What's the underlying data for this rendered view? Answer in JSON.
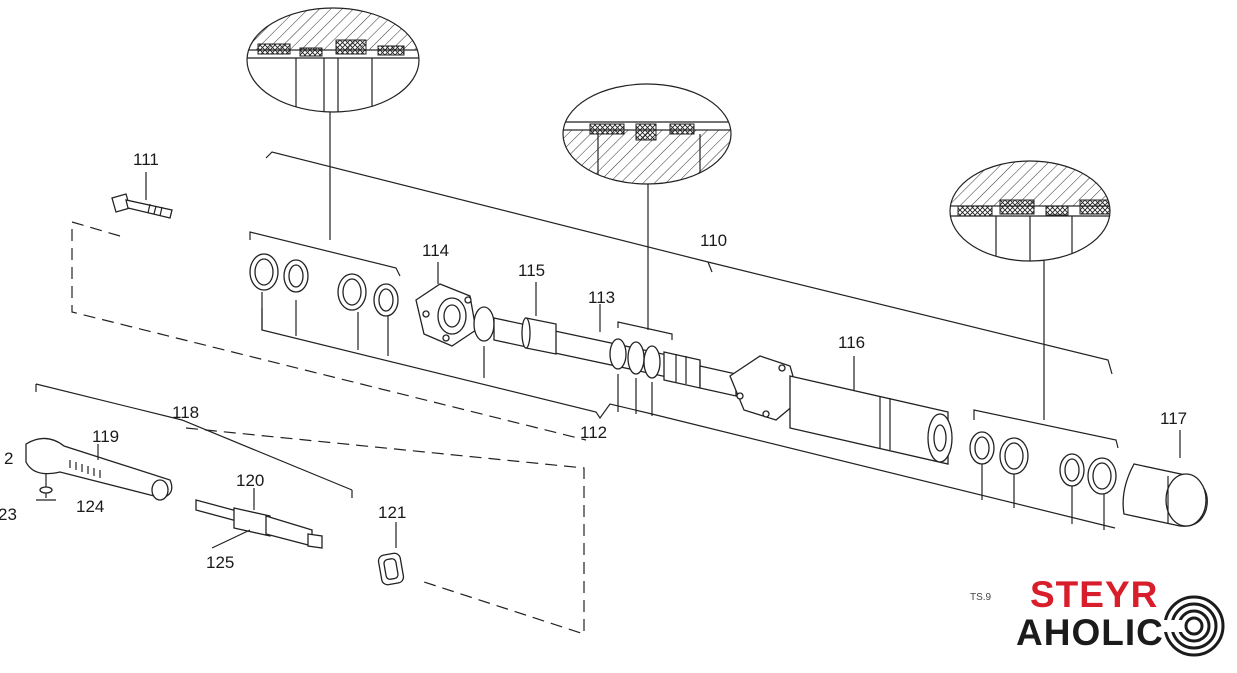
{
  "labels": {
    "p110": "110",
    "p111": "111",
    "p112": "112",
    "p113": "113",
    "p114": "114",
    "p115": "115",
    "p116": "116",
    "p117": "117",
    "p118": "118",
    "p119": "119",
    "p120": "120",
    "p121": "121",
    "p122": "2",
    "p123": "23",
    "p124": "124",
    "p125": "125"
  },
  "drawing_code": "TS.9",
  "logo": {
    "line1": "STEYR",
    "line2": "AHOLIC",
    "color_red": "#d81e2a",
    "color_dark": "#1b1b1b"
  }
}
